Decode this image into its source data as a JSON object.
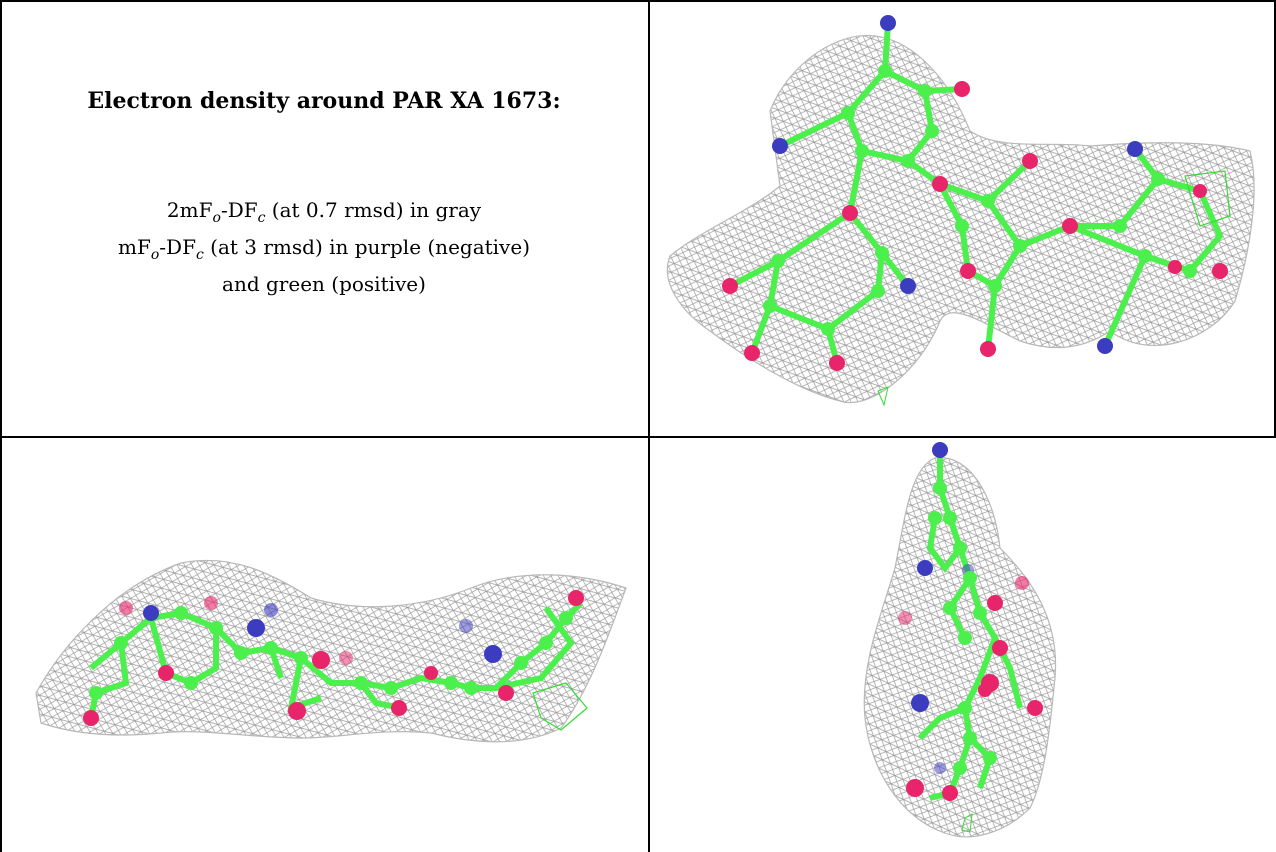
{
  "title": "Electron density around PAR XA 1673:",
  "legend": {
    "line1_a": "2mF",
    "line1_sub1": "o",
    "line1_b": "-DF",
    "line1_sub2": "c",
    "line1_c": " (at 0.7 rmsd) in gray",
    "line2_a": "mF",
    "line2_sub1": "o",
    "line2_b": "-DF",
    "line2_sub2": "c",
    "line2_c": " (at 3 rmsd) in purple (negative)",
    "line3": "and green (positive)"
  },
  "colors": {
    "mesh": "#9a9a9a",
    "carbon": "#4cf04c",
    "oxygen": "#e8246a",
    "nitrogen": "#3c3cc0",
    "positive_density": "#33dd33"
  },
  "panels": [
    {
      "name": "view-top-right",
      "content": "molecular-model-with-density-mesh"
    },
    {
      "name": "view-bottom-left",
      "content": "molecular-model-with-density-mesh"
    },
    {
      "name": "view-bottom-right",
      "content": "molecular-model-with-density-mesh"
    }
  ]
}
